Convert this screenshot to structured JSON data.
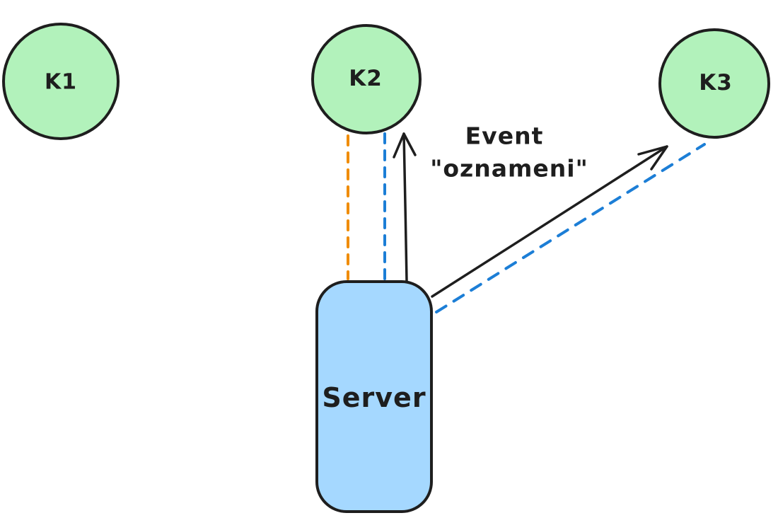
{
  "colors": {
    "background": "#ffffff",
    "node_fill_green": "#b2f2bb",
    "server_fill_blue": "#a5d8ff",
    "stroke_dark": "#1e1e1e",
    "dash_orange": "#f08c00",
    "dash_blue": "#1c7ed6",
    "text_dark": "#1e1e1e"
  },
  "nodes": {
    "k1": {
      "label": "K1"
    },
    "k2": {
      "label": "K2"
    },
    "k3": {
      "label": "K3"
    },
    "server": {
      "label": "Server"
    }
  },
  "annotation": {
    "line1": "Event",
    "line2": "\"oznameni\""
  },
  "edges": [
    {
      "name": "k2-to-server-orange-dashed",
      "from": "K2",
      "to": "Server",
      "style": "dashed",
      "color": "#f08c00"
    },
    {
      "name": "k2-to-server-blue-dashed",
      "from": "K2",
      "to": "Server",
      "style": "dashed",
      "color": "#1c7ed6"
    },
    {
      "name": "server-to-k2-arrow",
      "from": "Server",
      "to": "K2",
      "style": "solid-arrow",
      "color": "#1e1e1e"
    },
    {
      "name": "server-to-k3-arrow",
      "from": "Server",
      "to": "K3",
      "style": "solid-arrow",
      "color": "#1e1e1e"
    },
    {
      "name": "server-to-k3-blue-dashed",
      "from": "Server",
      "to": "K3",
      "style": "dashed",
      "color": "#1c7ed6"
    }
  ]
}
